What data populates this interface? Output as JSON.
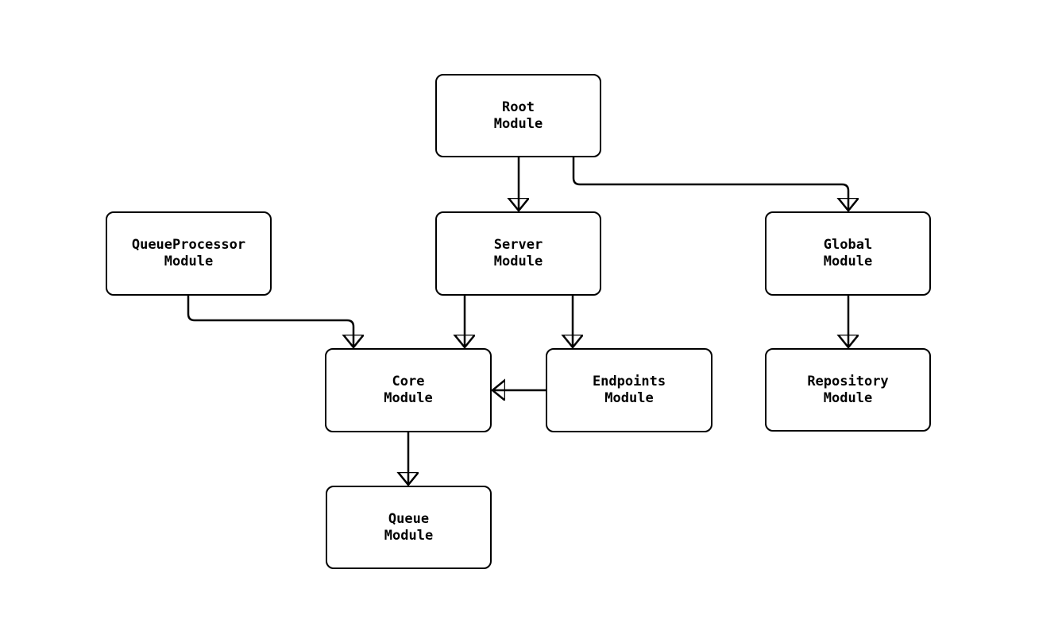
{
  "diagram": {
    "type": "flowchart",
    "background_color": "#ffffff",
    "line_color": "#000000",
    "node_fill": "#ffffff",
    "node_border_color": "#000000",
    "text_color": "#000000",
    "nodes": {
      "root": {
        "label": "Root Module",
        "line1": "Root",
        "line2": "Module"
      },
      "queueprocessor": {
        "label": "QueueProcessor Module",
        "line1": "QueueProcessor",
        "line2": "Module"
      },
      "server": {
        "label": "Server Module",
        "line1": "Server",
        "line2": "Module"
      },
      "global": {
        "label": "Global Module",
        "line1": "Global",
        "line2": "Module"
      },
      "core": {
        "label": "Core Module",
        "line1": "Core",
        "line2": "Module"
      },
      "endpoints": {
        "label": "Endpoints Module",
        "line1": "Endpoints",
        "line2": "Module"
      },
      "repository": {
        "label": "Repository Module",
        "line1": "Repository",
        "line2": "Module"
      },
      "queue": {
        "label": "Queue Module",
        "line1": "Queue",
        "line2": "Module"
      }
    },
    "edges": [
      {
        "from": "root",
        "to": "server"
      },
      {
        "from": "root",
        "to": "global"
      },
      {
        "from": "queueprocessor",
        "to": "core"
      },
      {
        "from": "server",
        "to": "core"
      },
      {
        "from": "server",
        "to": "endpoints"
      },
      {
        "from": "endpoints",
        "to": "core"
      },
      {
        "from": "global",
        "to": "repository"
      },
      {
        "from": "core",
        "to": "queue"
      }
    ]
  }
}
